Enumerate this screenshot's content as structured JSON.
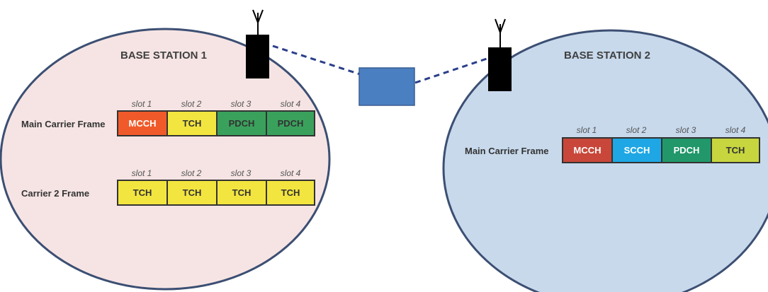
{
  "stations": [
    {
      "name": "BASE STATION 1",
      "ellipse_color": "#f6e4e4",
      "frames": [
        {
          "label": "Main Carrier Frame",
          "slots": [
            "slot 1",
            "slot 2",
            "slot 3",
            "slot 4"
          ],
          "channels": [
            {
              "name": "MCCH",
              "color": "#f05a2a"
            },
            {
              "name": "TCH",
              "color": "#f3e53f"
            },
            {
              "name": "PDCH",
              "color": "#3aa15c"
            },
            {
              "name": "PDCH",
              "color": "#3aa15c"
            }
          ]
        },
        {
          "label": "Carrier 2 Frame",
          "slots": [
            "slot 1",
            "slot 2",
            "slot 3",
            "slot 4"
          ],
          "channels": [
            {
              "name": "TCH",
              "color": "#f3e53f"
            },
            {
              "name": "TCH",
              "color": "#f3e53f"
            },
            {
              "name": "TCH",
              "color": "#f3e53f"
            },
            {
              "name": "TCH",
              "color": "#f3e53f"
            }
          ]
        }
      ]
    },
    {
      "name": "BASE STATION 2",
      "ellipse_color": "#c8d9ec",
      "frames": [
        {
          "label": "Main Carrier Frame",
          "slots": [
            "slot 1",
            "slot 2",
            "slot 3",
            "slot 4"
          ],
          "channels": [
            {
              "name": "MCCH",
              "color": "#c8473a"
            },
            {
              "name": "SCCH",
              "color": "#1ea7e4"
            },
            {
              "name": "PDCH",
              "color": "#21976a"
            },
            {
              "name": "TCH",
              "color": "#c7d63e"
            }
          ]
        }
      ]
    }
  ],
  "colors": {
    "outline": "#3c4f73",
    "antenna": "#000000",
    "controller": "#4a7fc1",
    "link": "#2b3f8a"
  }
}
